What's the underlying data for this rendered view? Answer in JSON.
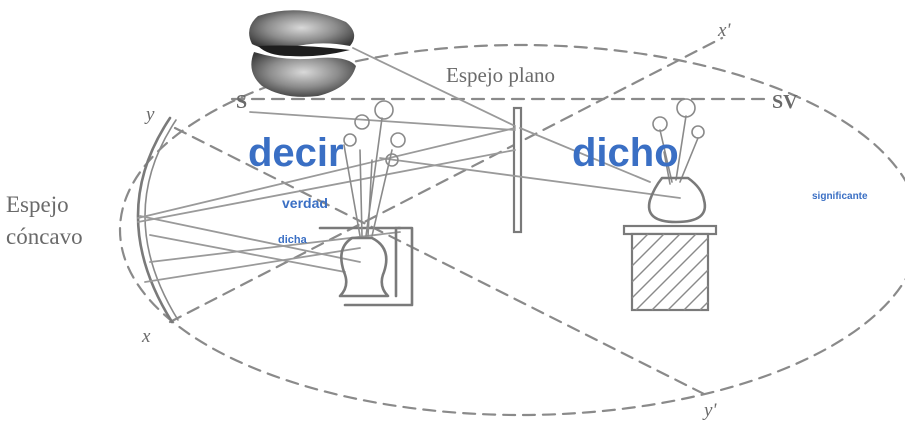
{
  "labels": {
    "plane_mirror": "Espejo plano",
    "concave_mirror_line1": "Espejo",
    "concave_mirror_line2": "cóncavo",
    "point_s": "S",
    "point_sv": "SV",
    "point_x": "x",
    "point_x_prime": "x'",
    "point_y": "y",
    "point_y_prime": "y'",
    "decir": "decir",
    "dicho": "dicho",
    "verdad": "verdad",
    "dicha": "dicha",
    "significante": "significante"
  },
  "colors": {
    "accent_blue": "#3a6fc4",
    "line_gray": "#8a8a8a",
    "label_gray": "#6a6a6a"
  },
  "icons": {
    "mouth": "open-mouth-photo"
  }
}
